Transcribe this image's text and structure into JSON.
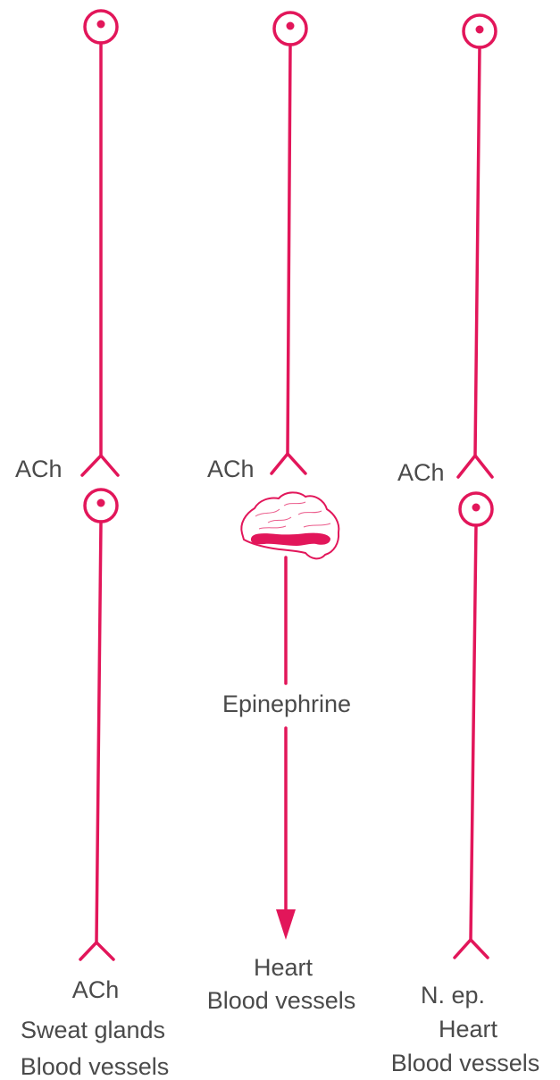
{
  "colors": {
    "nerve": "#e2165a",
    "text": "#4a4a4a",
    "gland_fill": "#fde8ee"
  },
  "columns": [
    {
      "id": "parasympathetic-like",
      "synapse_label": "ACh",
      "terminal_label": "ACh",
      "targets": [
        "Sweat glands",
        "Blood vessels"
      ]
    },
    {
      "id": "adrenal",
      "synapse_label": "ACh",
      "hormone_label": "Epinephrine",
      "targets": [
        "Heart",
        "Blood vessels"
      ]
    },
    {
      "id": "sympathetic",
      "synapse_label": "ACh",
      "terminal_label": "N. ep.",
      "targets": [
        "Heart",
        "Blood vessels"
      ]
    }
  ]
}
